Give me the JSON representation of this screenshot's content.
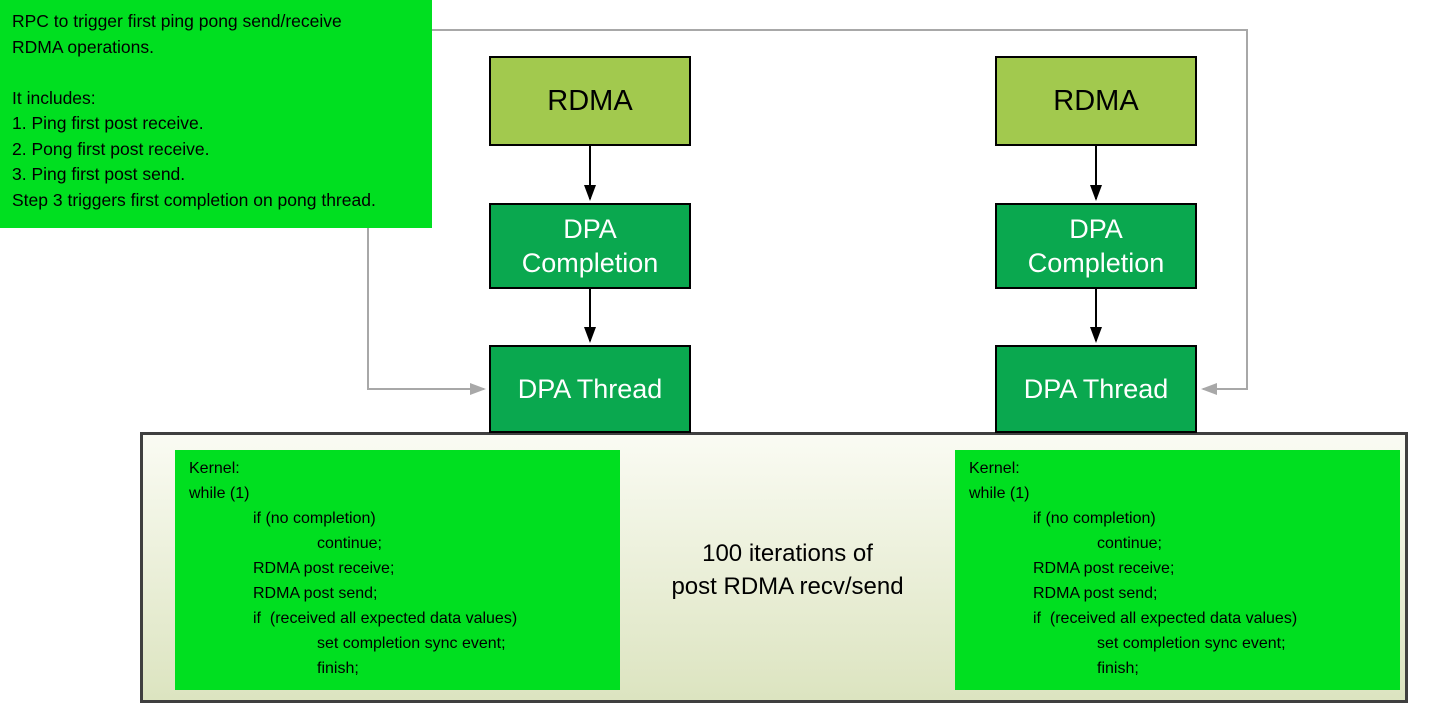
{
  "colors": {
    "bright_green": "#00DF20",
    "rdma_green": "#A2C94E",
    "dpa_green": "#0AA84F",
    "container_bg_top": "#FAFBF3",
    "container_bg_bottom": "#DCE4C0",
    "container_border": "#3F3F3F",
    "connector_gray": "#A8A8A8",
    "arrow_black": "#000000"
  },
  "note": {
    "text": "RPC to trigger first ping pong send/receive\nRDMA operations.\n\nIt includes:\n1. Ping first post receive.\n2. Pong first post receive.\n3. Ping first post send.\nStep 3 triggers first completion on pong thread."
  },
  "nodes": {
    "rdma_left": "RDMA",
    "rdma_right": "RDMA",
    "completion_left": "DPA Completion",
    "completion_right": "DPA Completion",
    "thread_left": "DPA Thread",
    "thread_right": "DPA Thread"
  },
  "kernel": {
    "lines": [
      {
        "indent": 0,
        "text": "Kernel:"
      },
      {
        "indent": 0,
        "text": "while (1)"
      },
      {
        "indent": 1,
        "text": "if (no completion)"
      },
      {
        "indent": 2,
        "text": "continue;"
      },
      {
        "indent": 1,
        "text": "RDMA post receive;"
      },
      {
        "indent": 1,
        "text": "RDMA post send;"
      },
      {
        "indent": 1,
        "text": "if  (received all expected data values)"
      },
      {
        "indent": 2,
        "text": "set completion sync event;"
      },
      {
        "indent": 2,
        "text": "finish;"
      }
    ]
  },
  "center_label": {
    "line1": "100 iterations of",
    "line2": "post RDMA recv/send"
  }
}
